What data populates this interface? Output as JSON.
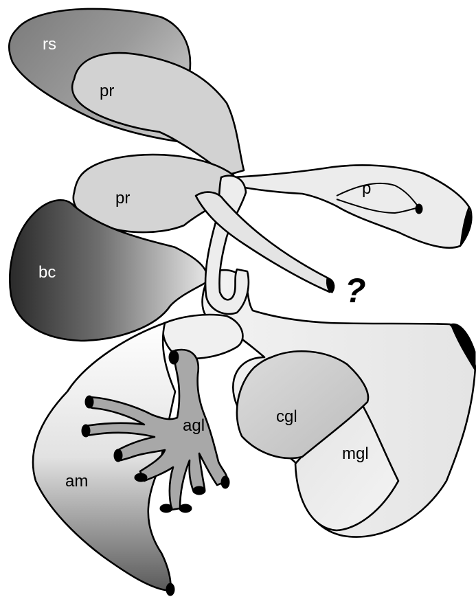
{
  "labels": {
    "rs": "rs",
    "pr_upper": "pr",
    "pr_lower": "pr",
    "p": "p",
    "bc": "bc",
    "question": "?",
    "agl": "agl",
    "cgl": "cgl",
    "mgl": "mgl",
    "am": "am"
  }
}
